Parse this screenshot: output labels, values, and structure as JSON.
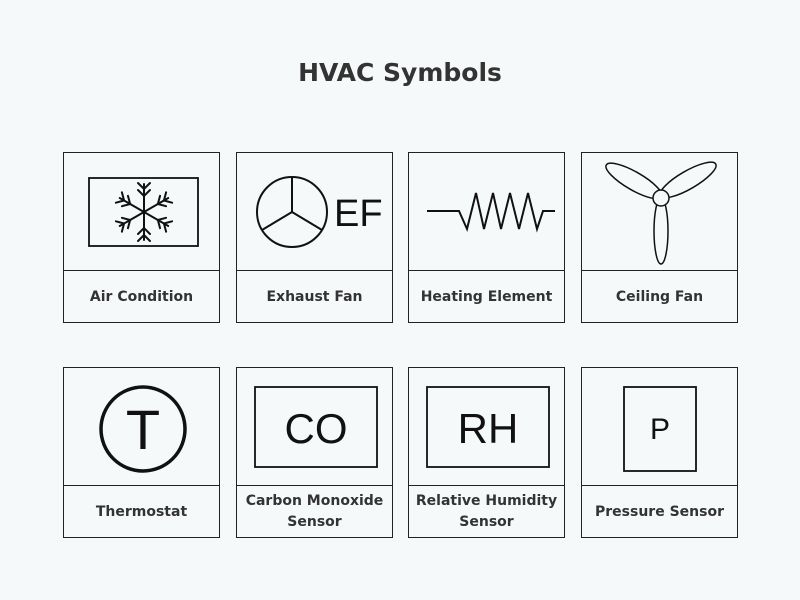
{
  "title": "HVAC Symbols",
  "symbols": [
    {
      "label": "Air Condition",
      "icon": "air-conditioner-snowflake-icon"
    },
    {
      "label": "Exhaust Fan",
      "icon": "exhaust-fan-icon",
      "text": "EF"
    },
    {
      "label": "Heating Element",
      "icon": "heating-element-zigzag-icon"
    },
    {
      "label": "Ceiling Fan",
      "icon": "ceiling-fan-blades-icon"
    },
    {
      "label": "Thermostat",
      "icon": "thermostat-icon",
      "text": "T"
    },
    {
      "label": "Carbon Monoxide Sensor",
      "icon": "co-sensor-icon",
      "text": "CO"
    },
    {
      "label": "Relative Humidity Sensor",
      "icon": "rh-sensor-icon",
      "text": "RH"
    },
    {
      "label": "Pressure Sensor",
      "icon": "pressure-sensor-icon",
      "text": "P"
    }
  ]
}
